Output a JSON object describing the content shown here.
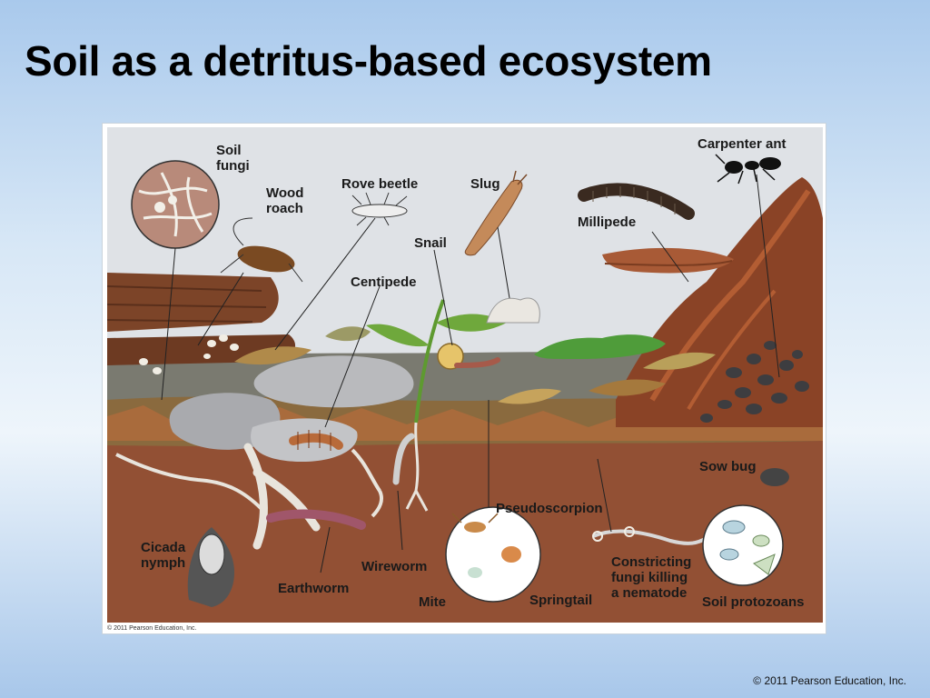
{
  "slide": {
    "title": "Soil as a detritus-based ecosystem",
    "copyright": "© 2011 Pearson Education, Inc."
  },
  "figure": {
    "credit": "© 2011 Pearson Education, Inc.",
    "labels": {
      "soil_fungi_1": "Soil",
      "soil_fungi_2": "fungi",
      "wood_roach_1": "Wood",
      "wood_roach_2": "roach",
      "rove_beetle": "Rove beetle",
      "slug": "Slug",
      "snail": "Snail",
      "carpenter_ant": "Carpenter ant",
      "millipede": "Millipede",
      "centipede": "Centipede",
      "sow_bug": "Sow bug",
      "pseudoscorpion": "Pseudoscorpion",
      "cicada_nymph_1": "Cicada",
      "cicada_nymph_2": "nymph",
      "earthworm": "Earthworm",
      "wireworm": "Wireworm",
      "mite": "Mite",
      "springtail": "Springtail",
      "constricting_1": "Constricting",
      "constricting_2": "fungi killing",
      "constricting_3": "a nematode",
      "soil_protozoans": "Soil protozoans"
    }
  },
  "colors": {
    "soil": "#8b4a2b",
    "sky": "#a9c9ec",
    "scene_bg": "#d9dde2",
    "rock": "#b8b9bd",
    "leaf_green": "#6fa83c"
  }
}
